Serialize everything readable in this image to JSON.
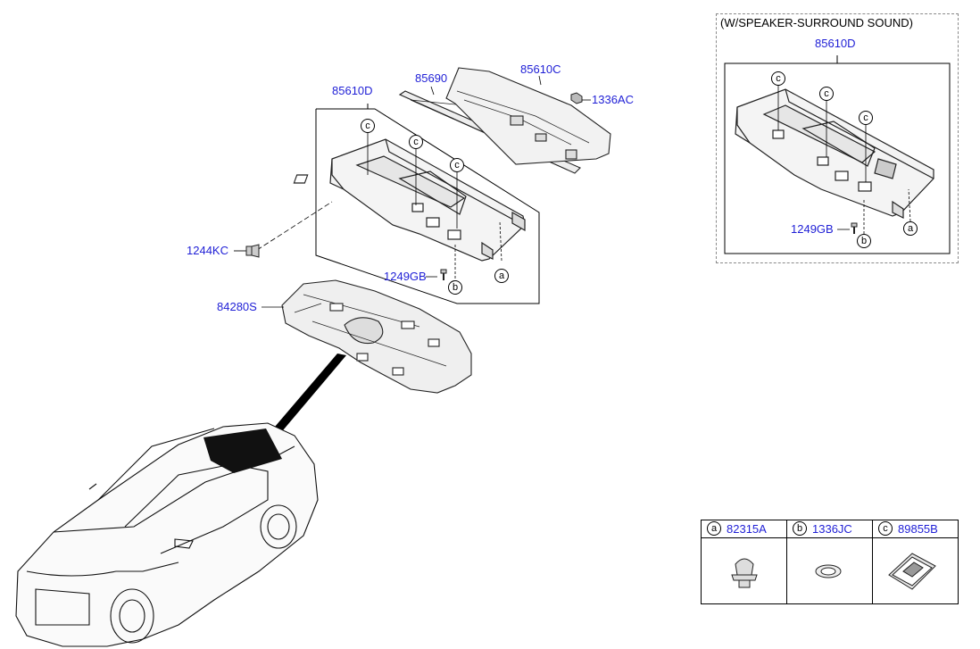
{
  "labels": {
    "part_85610D_main": "85610D",
    "part_85690": "85690",
    "part_85610C": "85610C",
    "part_1336AC": "1336AC",
    "part_1244KC": "1244KC",
    "part_1249GB_main": "1249GB",
    "part_84280S": "84280S",
    "variant_title": "(W/SPEAKER-SURROUND SOUND)",
    "part_85610D_variant": "85610D",
    "part_1249GB_variant": "1249GB"
  },
  "callouts": {
    "a": "a",
    "b": "b",
    "c": "c"
  },
  "legend": [
    {
      "letter": "a",
      "code": "82315A"
    },
    {
      "letter": "b",
      "code": "1336JC"
    },
    {
      "letter": "c",
      "code": "89855B"
    }
  ]
}
